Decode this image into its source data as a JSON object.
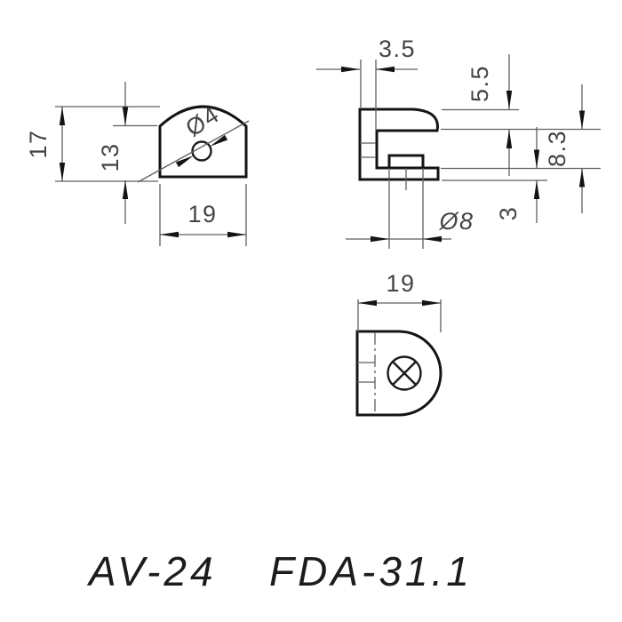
{
  "label": {
    "part_code": "AV-24",
    "model_code": "FDA-31.1"
  },
  "views": {
    "front": {
      "dims": {
        "height_total": "17",
        "inner_height": "13",
        "width": "19",
        "hole_dia": "Ø4"
      }
    },
    "side": {
      "dims": {
        "wall_thickness": "3.5",
        "lip_height": "5.5",
        "slot_height": "8.3",
        "base_thickness": "3",
        "boss_dia": "Ø8"
      }
    },
    "top": {
      "dims": {
        "width": "19"
      }
    }
  },
  "colors": {
    "background": "#ffffff",
    "outline": "#141414",
    "thin_line": "#5f5f5f",
    "dim_text": "#454545",
    "label_text": "#1c1c1c"
  }
}
